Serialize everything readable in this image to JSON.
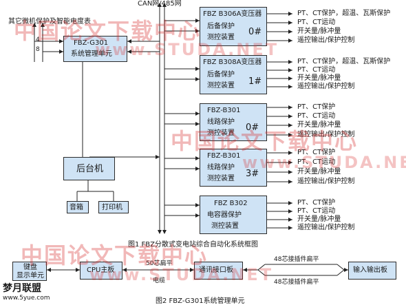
{
  "bus_label": "CAN网/485网",
  "left_top_label": "其它微机保护及智能电度表",
  "left_numbers": {
    "n1": "4",
    "n2": "8"
  },
  "fbz_g301": {
    "line1": "FBZ-G301",
    "line2": "系统管理单元"
  },
  "houtaiji": "后台机",
  "peripherals": {
    "screen": "音箱",
    "printer": "打印机"
  },
  "modules": [
    {
      "title": "FBZ  B306A变压器",
      "sub1": "后备保护",
      "sub2": "测控装置",
      "number": "0#",
      "outputs": [
        "PT、CT保护，超温、瓦斯保护",
        "PT、CT运动",
        "开关量/脉冲量",
        "遥控输出/保护控制"
      ]
    },
    {
      "title": "FBZ  B308A变压器",
      "sub1": "后备保护",
      "sub2": "测控装置",
      "number": "1#",
      "outputs": [
        "PT、CT保护，超温、瓦斯保护",
        "PT、CT运动",
        "开关量/脉冲量",
        "遥控输出/保护控制"
      ]
    },
    {
      "title": "FBZ-B301",
      "sub1": "线路保护",
      "sub2": "测控装置",
      "number": "0#",
      "outputs": [
        "PT、CT保护",
        "PT、CT运动",
        "开关量/脉冲量",
        "遥控输出/保护控制"
      ]
    },
    {
      "title": "FBZ-B301",
      "sub1": "线路保护",
      "sub2": "测控装置",
      "number": "3#",
      "outputs": [
        "PT、CT保护",
        "PT、CT运动",
        "开关量/脉冲量",
        "遥控输出/保护控制"
      ]
    },
    {
      "title": "FBZ  B302",
      "sub1": "电容器保护",
      "sub2": "测控装置",
      "number": "",
      "outputs": [
        "PT、CT保护",
        "PT、CT运动",
        "开关量/脉冲量",
        "遥控输出/保护控制"
      ]
    }
  ],
  "caption1": "图1  FBZ分散式变电站综合自动化系统框图",
  "fig2": {
    "keyboard": "键盘\n显示单元",
    "cpu": "CPU主板",
    "comm": "通讯接口板",
    "io": "输入输出板",
    "label_50": "50芯扁平",
    "label_cable": "电缆",
    "label_48a": "48芯接插件扁平",
    "label_48b": "48芯接插件扁平"
  },
  "caption2": "图2  FBZ-G301系统管理单元",
  "watermarks": {
    "cn": "中国论文下载中心",
    "net": "www.STUDA.NET",
    "logo": "梦月联盟",
    "logo_url": "www.5yue.com"
  }
}
